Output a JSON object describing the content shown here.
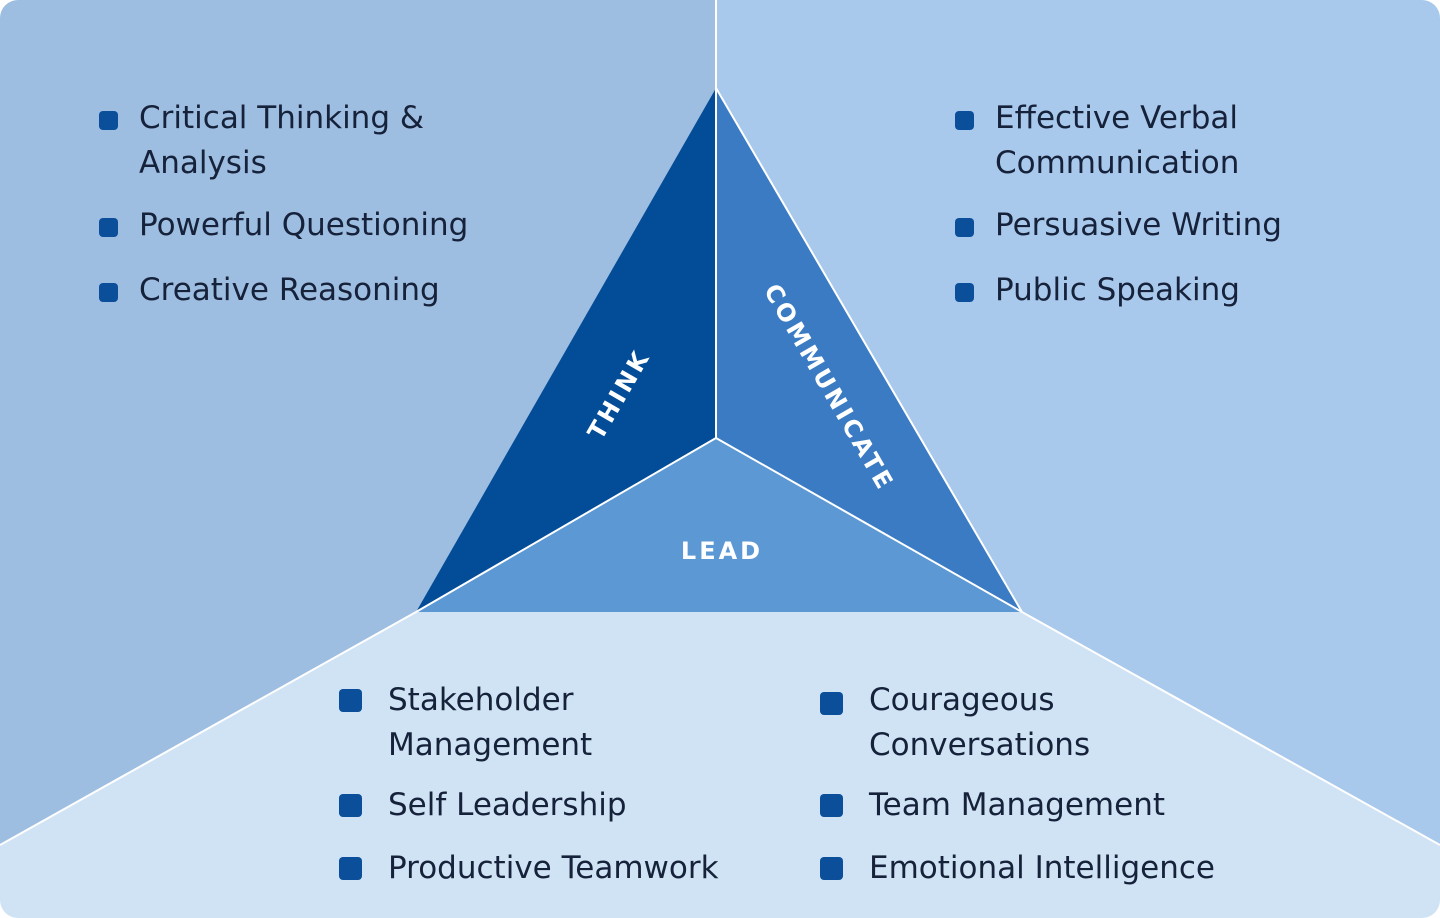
{
  "colors": {
    "panel_left": "#9dbde1",
    "panel_right": "#a8c8ec",
    "panel_bottom": "#d0e3f5",
    "segment_think": "#034c97",
    "segment_communicate": "#3a7bc3",
    "segment_lead": "#5c98d4",
    "divider": "#ffffff",
    "bullet": "#0b4e9a",
    "text": "#16213a"
  },
  "segments": {
    "think": "THINK",
    "communicate": "COMMUNICATE",
    "lead": "LEAD"
  },
  "think_items": [
    "Critical Thinking & Analysis",
    "Powerful Questioning",
    "Creative Reasoning"
  ],
  "communicate_items": [
    "Effective Verbal Communication",
    "Persuasive Writing",
    "Public Speaking"
  ],
  "lead_items_left": [
    "Stakeholder Management",
    "Self Leadership",
    "Productive Teamwork"
  ],
  "lead_items_right": [
    "Courageous Conversations",
    "Team Management",
    "Emotional Intelligence"
  ]
}
